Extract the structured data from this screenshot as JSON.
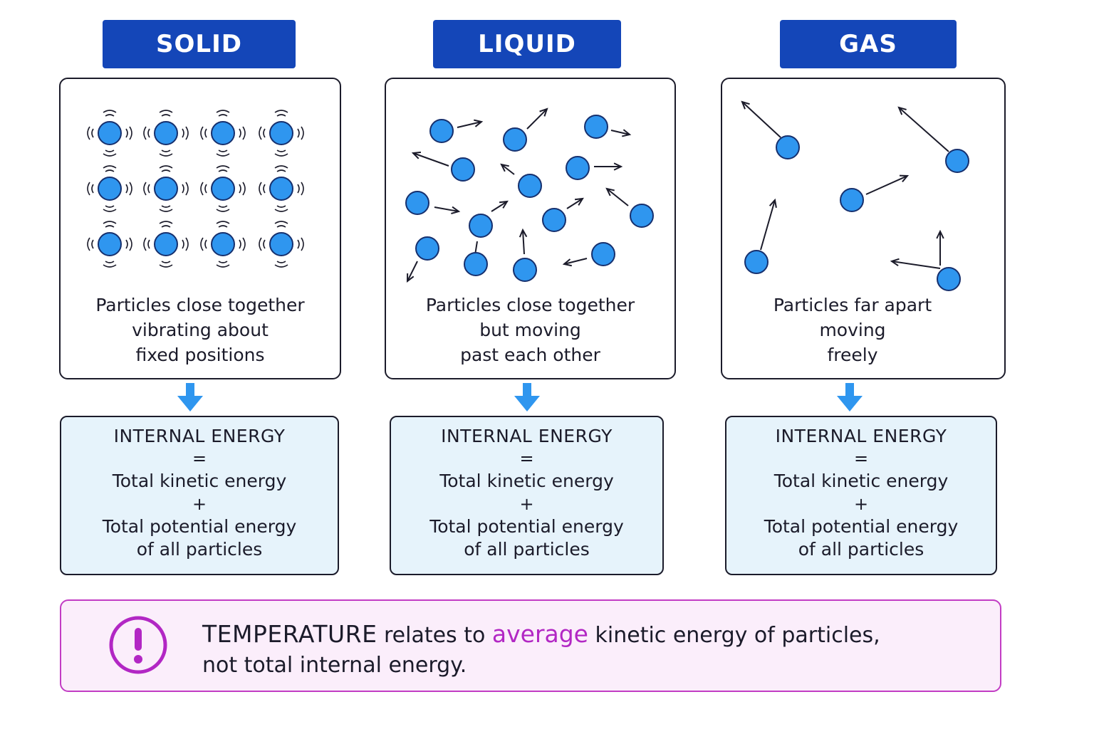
{
  "states": [
    {
      "id": "solid",
      "title": "SOLID",
      "caption": [
        "Particles close together",
        "vibrating about",
        "fixed positions"
      ]
    },
    {
      "id": "liquid",
      "title": "LIQUID",
      "caption": [
        "Particles close together",
        "but moving",
        "past each other"
      ]
    },
    {
      "id": "gas",
      "title": "GAS",
      "caption": [
        "Particles far apart",
        "moving",
        "freely"
      ]
    }
  ],
  "energy_box": {
    "title": "INTERNAL ENERGY",
    "equals": "=",
    "kinetic": "Total kinetic energy",
    "plus": "+",
    "potential": "Total potential energy",
    "suffix": "of all particles"
  },
  "note": {
    "icon": "exclamation-circle-icon",
    "term": "TEMPERATURE",
    "text_before": "relates to",
    "highlight": "average",
    "text_after": "kinetic energy  of particles,",
    "line2": "not total internal energy."
  },
  "colors": {
    "title_bg": "#1446b8",
    "particle": "#2f96ef",
    "particle_outline": "#16306e",
    "arrow_down": "#2f96ef",
    "energy_bg": "#e6f3fb",
    "note_border": "#c23cc4",
    "note_bg": "#fbeefb",
    "accent": "#b227c4"
  }
}
